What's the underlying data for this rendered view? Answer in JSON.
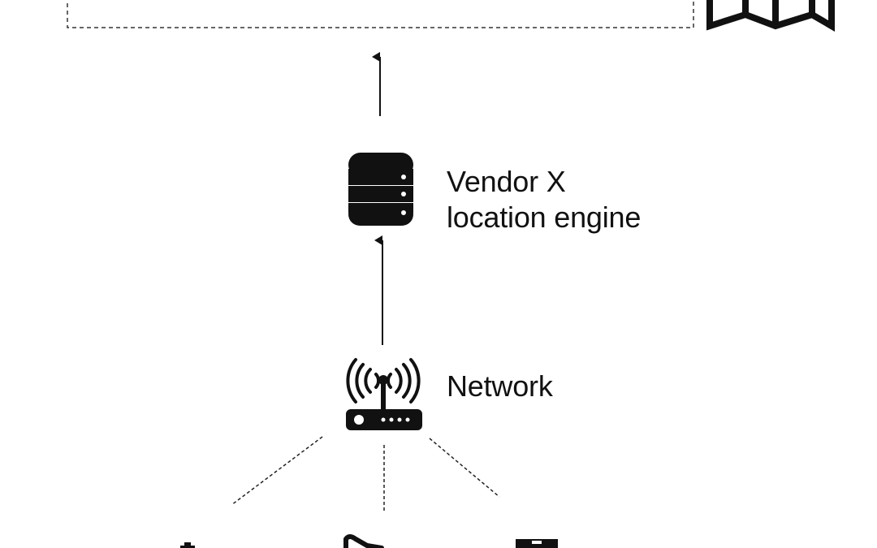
{
  "diagram": {
    "engine": {
      "icon": "database-icon",
      "label_line1": "Vendor X",
      "label_line2": "location engine"
    },
    "network": {
      "icon": "wifi-router-icon",
      "label": "Network"
    },
    "top": {
      "icon": "map-icon"
    },
    "devices": {
      "icons": [
        "device-left-icon",
        "device-center-icon",
        "device-right-icon"
      ]
    },
    "colors": {
      "ink": "#111111",
      "background": "#ffffff"
    }
  }
}
